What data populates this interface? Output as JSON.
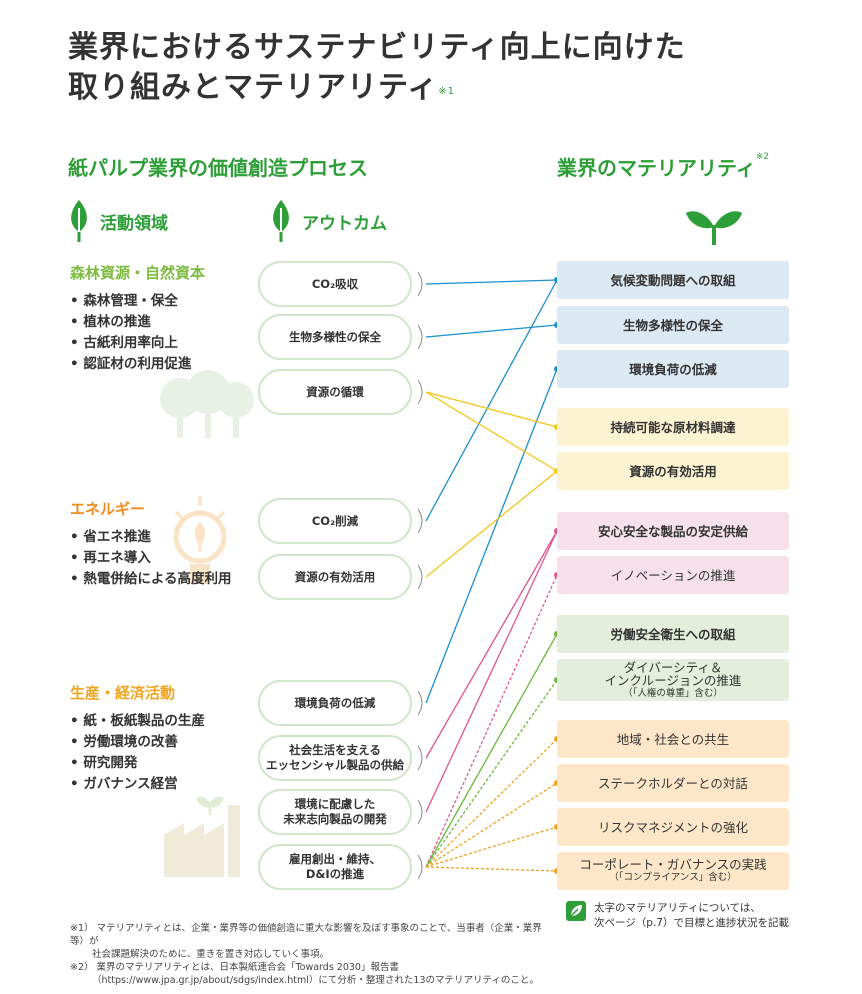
{
  "title": {
    "line1": "業界におけるサステナビリティ向上に向けた",
    "line2": "取り組みとマテリアリティ",
    "mark": "※1"
  },
  "left_section_title": "紙パルプ業界の価値創造プロセス",
  "right_section_title": "業界のマテリアリティ",
  "right_section_mark": "※2",
  "col_headers": {
    "activity": "活動領域",
    "outcome": "アウトカム"
  },
  "categories": [
    {
      "name": "森林資源・自然資本",
      "color": "#7cbb3f",
      "items": [
        "森林管理・保全",
        "植林の推進",
        "古紙利用率向上",
        "認証材の利用促進"
      ]
    },
    {
      "name": "エネルギー",
      "color": "#f08c1e",
      "items": [
        "省エネ推進",
        "再エネ導入",
        "熱電併給による高度利用"
      ]
    },
    {
      "name": "生産・経済活動",
      "color": "#f0a51e",
      "items": [
        "紙・板紙製品の生産",
        "労働環境の改善",
        "研究開発",
        "ガバナンス経営"
      ]
    }
  ],
  "outcomes": [
    "CO₂吸収",
    "生物多様性の保全",
    "資源の循環",
    "CO₂削減",
    "資源の有効活用",
    "環境負荷の低減",
    "社会生活を支える\nエッセンシャル製品の供給",
    "環境に配慮した\n未来志向製品の開発",
    "雇用創出・維持、\nD&Iの推進"
  ],
  "materiality": [
    {
      "label": "気候変動問題への取組",
      "color": "blue",
      "bold": true
    },
    {
      "label": "生物多様性の保全",
      "color": "blue",
      "bold": true
    },
    {
      "label": "環境負荷の低減",
      "color": "blue",
      "bold": true
    },
    {
      "label": "持続可能な原材料調達",
      "color": "yellow",
      "bold": true
    },
    {
      "label": "資源の有効活用",
      "color": "yellow",
      "bold": true
    },
    {
      "label": "安心安全な製品の安定供給",
      "color": "pink",
      "bold": true
    },
    {
      "label": "イノベーションの推進",
      "color": "pink",
      "bold": false
    },
    {
      "label": "労働安全衛生への取組",
      "color": "green",
      "bold": true
    },
    {
      "label": "ダイバーシティ＆\nインクルージョンの推進",
      "sub": "（「人権の尊重」含む）",
      "color": "green",
      "bold": false
    },
    {
      "label": "地域・社会との共生",
      "color": "orange",
      "bold": false
    },
    {
      "label": "ステークホルダーとの対話",
      "color": "orange",
      "bold": false
    },
    {
      "label": "リスクマネジメントの強化",
      "color": "orange",
      "bold": false
    },
    {
      "label": "コーポレート・ガバナンスの実践",
      "sub": "（「コンプライアンス」含む）",
      "color": "orange",
      "bold": false
    }
  ],
  "legend_note": {
    "line1": "太字のマテリアリティについては、",
    "line2": "次ページ（p.7）で目標と進捗状況を記載"
  },
  "footnotes": [
    "※1） マテリアリティとは、企業・業界等の価値創造に重大な影響を及ぼす事象のことで、当事者（企業・業界等）が",
    "　　 社会課題解決のために、重きを置き対応していく事項。",
    "※2） 業界のマテリアリティとは、日本製紙連合会「Towards 2030」報告書",
    "　　 （https://www.jpa.gr.jp/about/sdgs/index.html）にて分析・整理された13のマテリアリティのこと。"
  ],
  "colors": {
    "green": "#2e9e38",
    "blue": "#1b8fd0",
    "yellow": "#f5c518",
    "pink": "#e0558f",
    "lightgreen": "#6ab83a",
    "orange": "#f0a11e"
  }
}
